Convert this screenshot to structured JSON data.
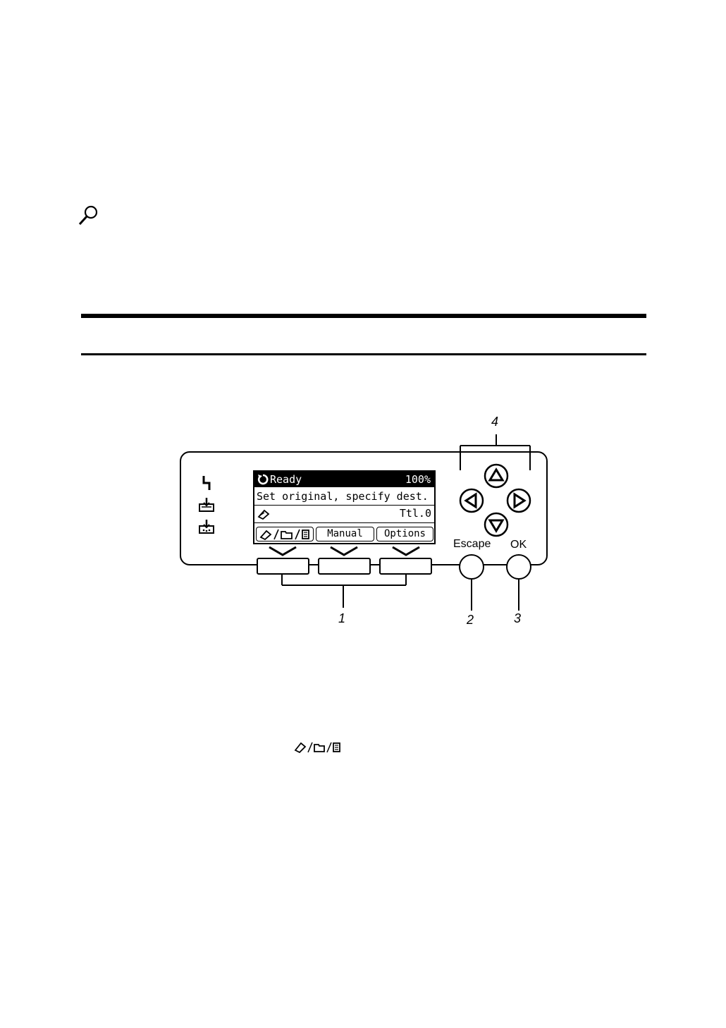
{
  "panel": {
    "lcd": {
      "status": "Ready",
      "zoom": "100%",
      "message": "Set original, specify dest.",
      "total": "Ttl.0",
      "tabs": [
        "/  /",
        "Manual",
        "Options"
      ]
    },
    "escape_label": "Escape",
    "ok_label": "OK"
  },
  "callouts": [
    "1",
    "2",
    "3",
    "4"
  ],
  "icons": {
    "reference": "magnifier-icon",
    "indicators": [
      "error-icon",
      "add-paper-icon",
      "add-toner-icon"
    ],
    "mode_icons": "scan-folder-document-icons",
    "arrows": [
      "up-arrow-icon",
      "left-arrow-icon",
      "right-arrow-icon",
      "down-arrow-icon"
    ]
  }
}
